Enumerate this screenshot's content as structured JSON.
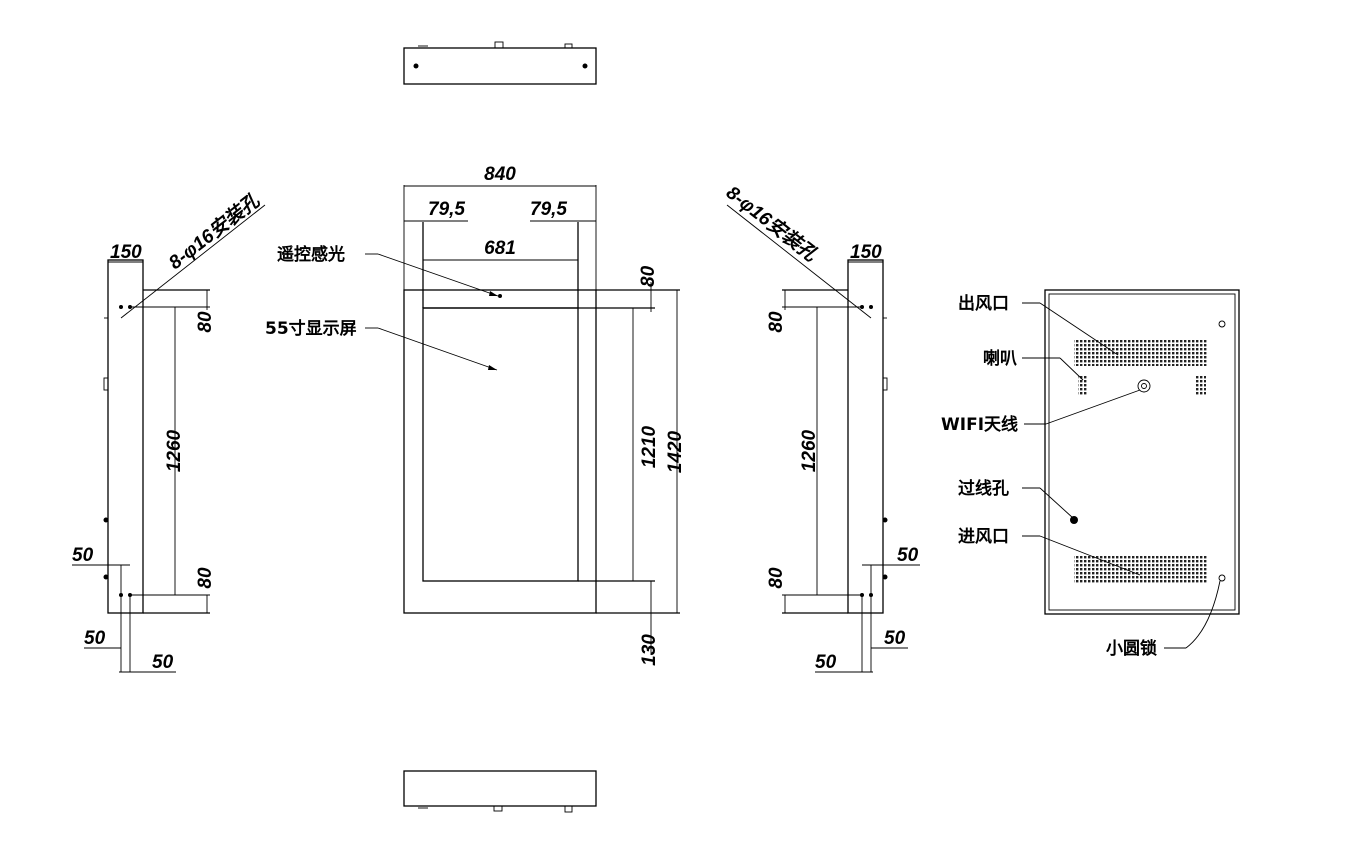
{
  "dimensions": {
    "overall_width": "840",
    "side_margin_left": "79,5",
    "side_margin_right": "79,5",
    "screen_width": "681",
    "top_margin": "80",
    "screen_height": "1210",
    "overall_height": "1420",
    "bottom_margin": "130",
    "depth": "150",
    "hole_spacing": "1260",
    "hole_offset": "80",
    "edge_offset": "50",
    "mount_holes": "8-φ16安装孔"
  },
  "labels": {
    "ir_sensor": "遥控感光",
    "display": "55寸显示屏",
    "air_outlet": "出风口",
    "speaker": "喇叭",
    "wifi_antenna": "WIFI天线",
    "cable_hole": "过线孔",
    "air_inlet": "进风口",
    "small_lock": "小圆锁"
  }
}
